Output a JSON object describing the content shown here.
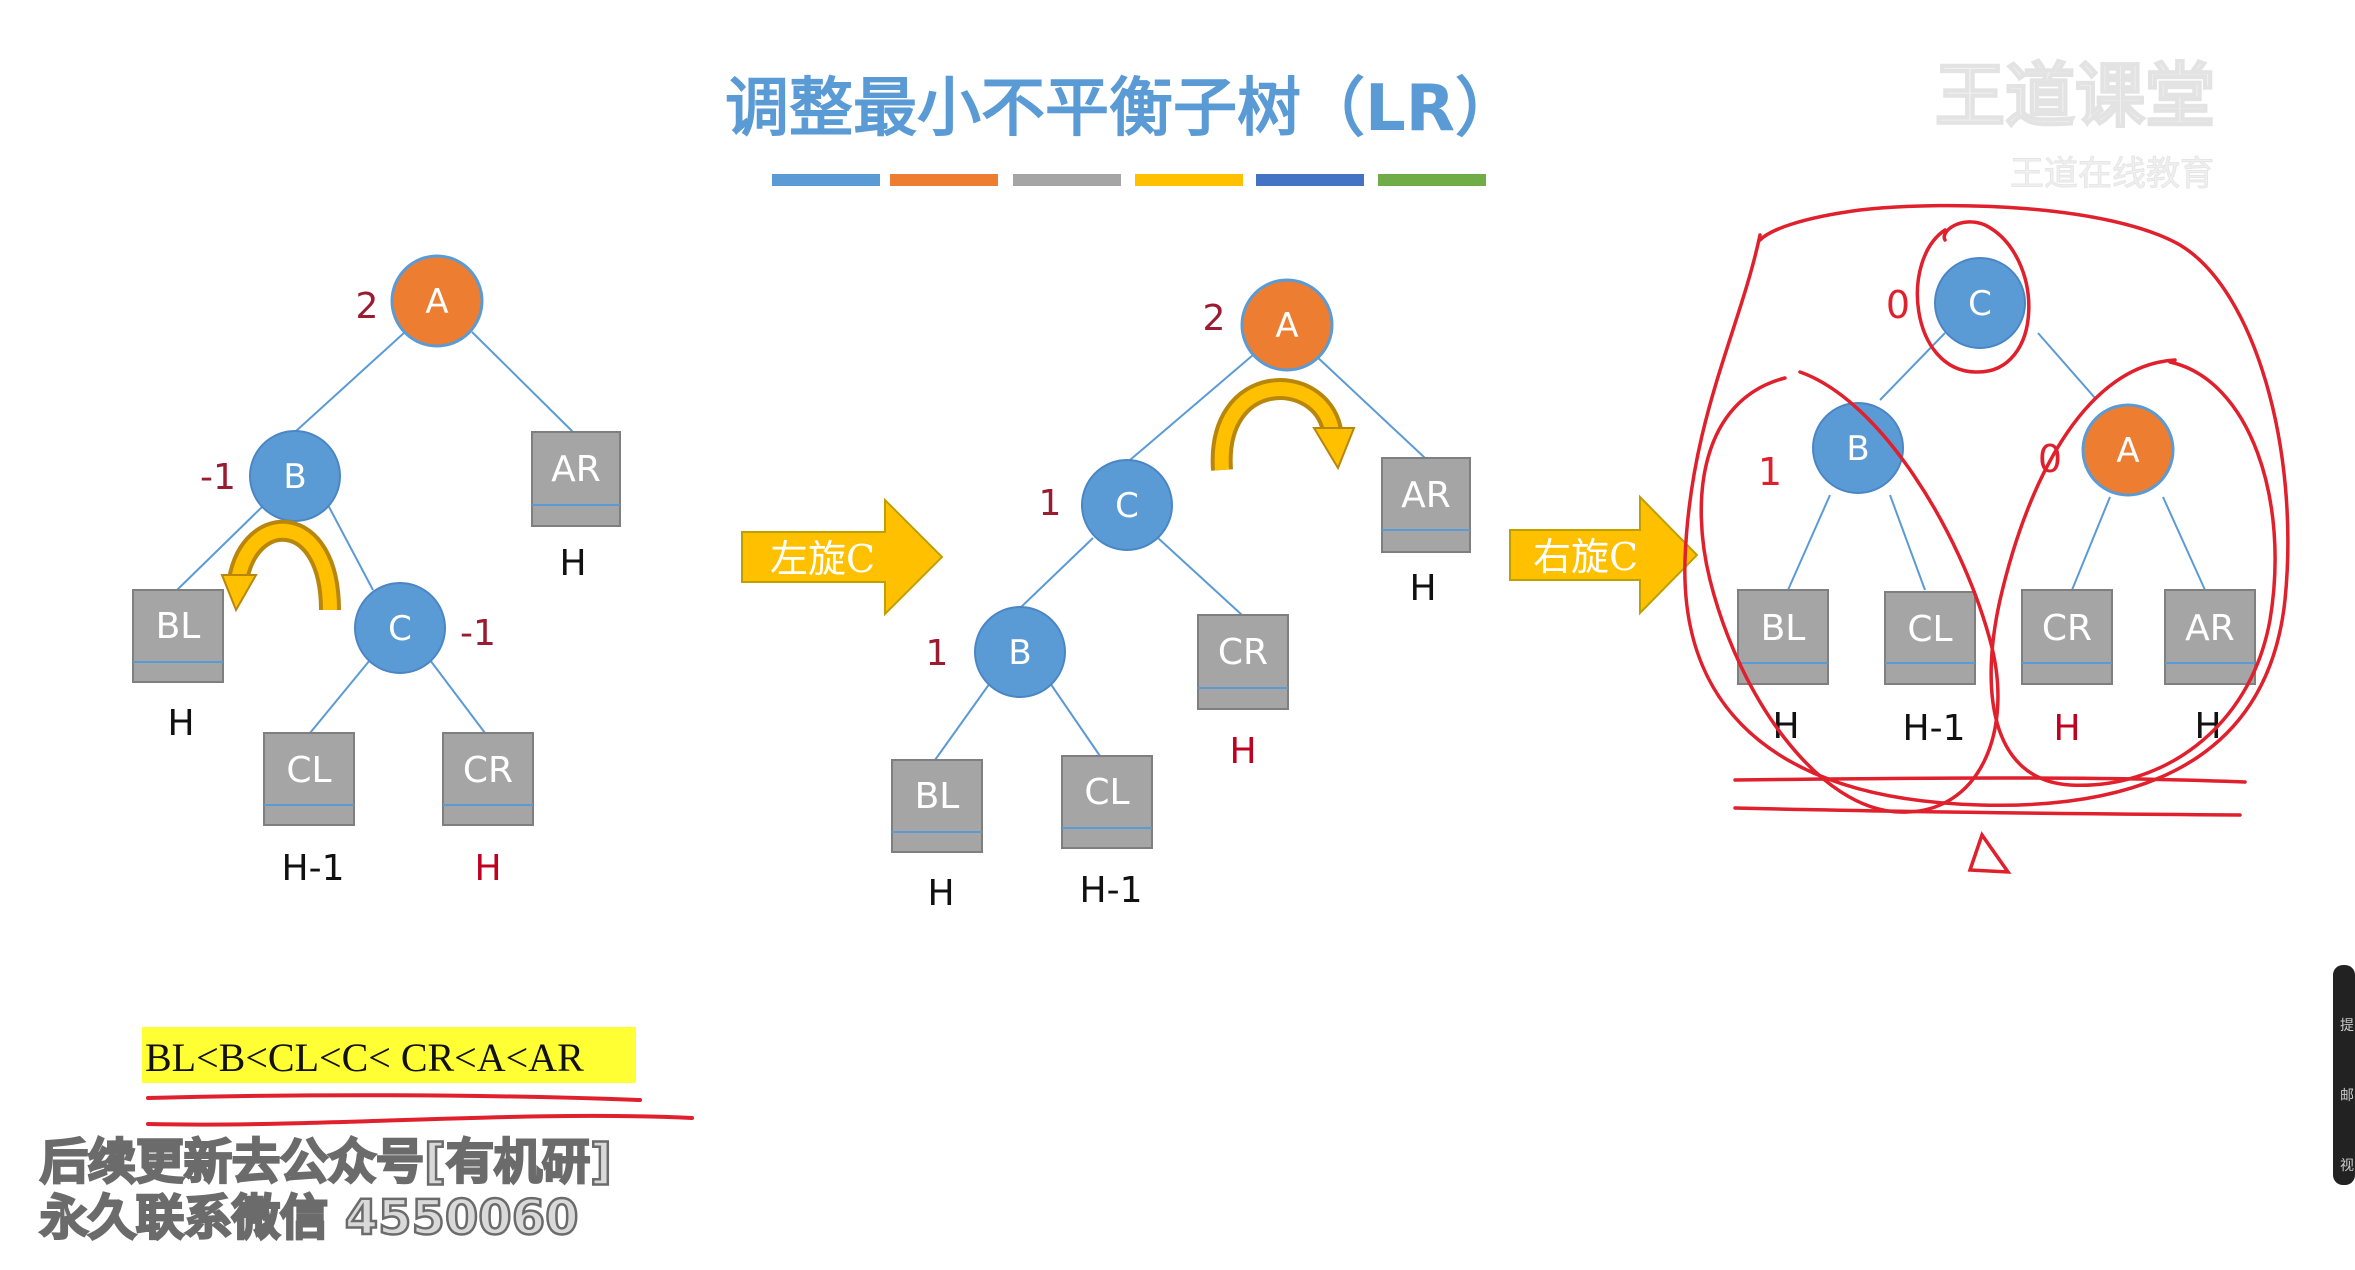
{
  "title": "调整最小不平衡子树（LR）",
  "title_bar_colors": [
    "#5b9bd5",
    "#ed7d31",
    "#a5a5a5",
    "#ffc000",
    "#4472c4",
    "#70ad47"
  ],
  "colors": {
    "node_orange": "#ed7d31",
    "node_blue": "#5b9bd5",
    "subtree_gray": "#a5a5a5",
    "arrow_yellow": "#ffc000",
    "annotation_red": "#e0202c"
  },
  "trees": [
    {
      "nodes": [
        {
          "id": "A",
          "label": "A",
          "color": "orange",
          "bf": "2"
        },
        {
          "id": "B",
          "label": "B",
          "color": "blue",
          "bf": "-1"
        },
        {
          "id": "C",
          "label": "C",
          "color": "blue",
          "bf": "-1"
        }
      ],
      "subtrees": [
        {
          "label": "AR",
          "height": "H",
          "height_red": false
        },
        {
          "label": "BL",
          "height": "H",
          "height_red": false
        },
        {
          "label": "CL",
          "height": "H-1",
          "height_red": false
        },
        {
          "label": "CR",
          "height": "H",
          "height_red": true
        }
      ]
    },
    {
      "nodes": [
        {
          "id": "A",
          "label": "A",
          "color": "orange",
          "bf": "2"
        },
        {
          "id": "C",
          "label": "C",
          "color": "blue",
          "bf": "1"
        },
        {
          "id": "B",
          "label": "B",
          "color": "blue",
          "bf": "1"
        }
      ],
      "subtrees": [
        {
          "label": "AR",
          "height": "H",
          "height_red": false
        },
        {
          "label": "CR",
          "height": "H",
          "height_red": true
        },
        {
          "label": "BL",
          "height": "H",
          "height_red": false
        },
        {
          "label": "CL",
          "height": "H-1",
          "height_red": false
        }
      ]
    },
    {
      "nodes": [
        {
          "id": "C",
          "label": "C",
          "color": "blue",
          "bf": "0"
        },
        {
          "id": "B",
          "label": "B",
          "color": "blue",
          "bf": "1"
        },
        {
          "id": "A",
          "label": "A",
          "color": "orange",
          "bf": "0"
        }
      ],
      "subtrees": [
        {
          "label": "BL",
          "height": "H",
          "height_red": false
        },
        {
          "label": "CL",
          "height": "H-1",
          "height_red": false
        },
        {
          "label": "CR",
          "height": "H",
          "height_red": true
        },
        {
          "label": "AR",
          "height": "H",
          "height_red": false
        }
      ]
    }
  ],
  "steps": [
    {
      "label": "左旋C"
    },
    {
      "label": "右旋C"
    }
  ],
  "order_text": "BL<B<CL<C< CR<A<AR",
  "annotation_delta": "Δ",
  "logo": {
    "main": "王道课堂",
    "sub": "王道在线教育"
  },
  "watermark": {
    "line1": "后续更新去公众号[有机研]",
    "line2": "永久联系微信 4550060"
  },
  "side_panel": {
    "items": [
      "提",
      "邮",
      "视"
    ]
  }
}
